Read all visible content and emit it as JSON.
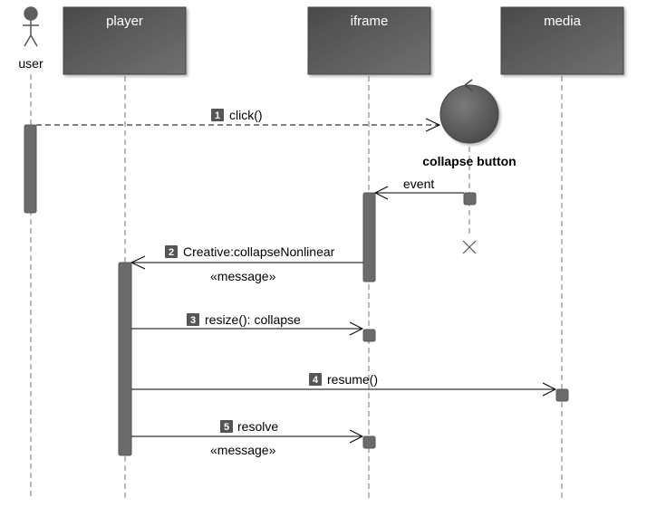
{
  "participants": {
    "user": "user",
    "player": "player",
    "iframe": "iframe",
    "media": "media"
  },
  "control": {
    "label": "collapse button"
  },
  "messages": [
    {
      "number": "1",
      "label": "click()"
    },
    {
      "number": "",
      "label": "event"
    },
    {
      "number": "2",
      "label": "Creative:collapseNonlinear",
      "stereotype": "«message»"
    },
    {
      "number": "3",
      "label": "resize(): collapse"
    },
    {
      "number": "4",
      "label": "resume()"
    },
    {
      "number": "5",
      "label": "resolve",
      "stereotype": "«message»"
    }
  ],
  "colors": {
    "box_fill": "#5e5e5e",
    "activation_fill": "#6b6b6b",
    "badge_fill": "#555555"
  }
}
